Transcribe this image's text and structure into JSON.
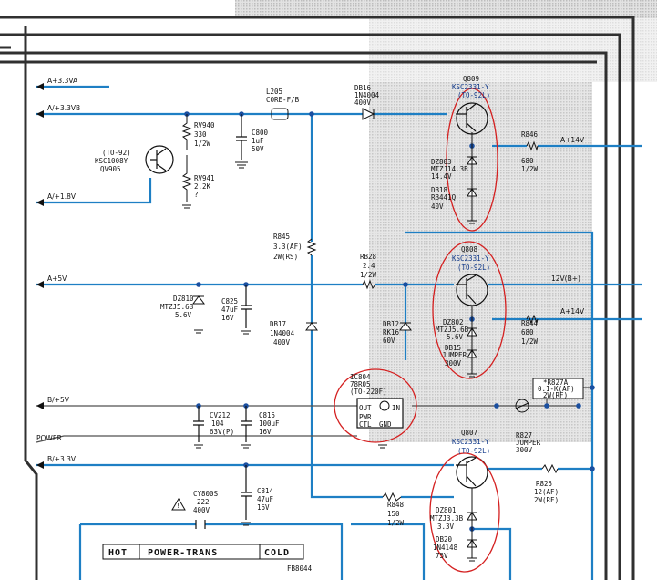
{
  "nets": {
    "a33va": "A+3.3VA",
    "a33vb": "A/+3.3VB",
    "a18v": "A/+1.8V",
    "a5v": "A+5V",
    "b5v": "B/+5V",
    "power": "POWER",
    "b33v": "B/+3.3V",
    "a14v_top": "A+14V",
    "v12b": "12V(B+)",
    "a14v_mid": "A+14V"
  },
  "components": {
    "l205": [
      "L205",
      "CORE-F/B"
    ],
    "db16": [
      "DB16",
      "1N4004",
      "400V"
    ],
    "q809": [
      "Q809",
      "KSC2331-Y",
      "(TO-92L)"
    ],
    "rv940": [
      "RV940",
      "330",
      "1/2W"
    ],
    "c800": [
      "C800",
      "1uF",
      "50V"
    ],
    "qv905": [
      "(TO-92)",
      "KSC1008Y",
      "QV905"
    ],
    "rv941": [
      "RV941",
      "2.2K"
    ],
    "rv941_mark": "?",
    "r846": [
      "R846",
      "680",
      "1/2W"
    ],
    "dz803": [
      "DZ803",
      "MTZJ14.3B",
      "14.4V"
    ],
    "db18": [
      "DB18",
      "RB441Q",
      "40V"
    ],
    "r845": [
      "R845",
      "3.3(AF)",
      "2W(RS)"
    ],
    "rb28": [
      "RB28",
      "2.4",
      "1/2W"
    ],
    "q808": [
      "Q808",
      "KSC2331-Y",
      "(TO-92L)"
    ],
    "dz810": [
      "DZ810",
      "MTZJ5.6B",
      "5.6V"
    ],
    "c825": [
      "C825",
      "47uF",
      "16V"
    ],
    "db17": [
      "DB17",
      "1N4004",
      "400V"
    ],
    "db12": [
      "DB12",
      "RK16",
      "60V"
    ],
    "dz802": [
      "DZ802",
      "MTZJ5.6B",
      "5.6V"
    ],
    "db15": [
      "DB15",
      "JUMPER",
      "300V"
    ],
    "r844": [
      "R844",
      "680",
      "1/2W"
    ],
    "ic804": [
      "IC804",
      "78R05",
      "(TO-220F)"
    ],
    "ic804_pins": [
      "OUT",
      "IN",
      "PWR",
      "CTL",
      "GND"
    ],
    "r827a": [
      "*R827A",
      "0.1-K(AF)",
      "2W(RF)"
    ],
    "cv212": [
      "CV212",
      "104",
      "63V(P)"
    ],
    "c815": [
      "C815",
      "100uF",
      "16V"
    ],
    "r827": [
      "R827",
      "JUMPER",
      "300V"
    ],
    "q807": [
      "Q807",
      "KSC2331-Y",
      "(TO-92L)"
    ],
    "r825": [
      "R825",
      "12(AF)",
      "2W(RF)"
    ],
    "c814": [
      "C814",
      "47uF",
      "16V"
    ],
    "cy800s": [
      "CY800S",
      "222",
      "400V"
    ],
    "r848": [
      "R848",
      "150",
      "1/2W"
    ],
    "dz801": [
      "DZ801",
      "MTZJ3.3B",
      "3.3V"
    ],
    "db20": [
      "DB20",
      "1N4148",
      "75V"
    ]
  },
  "labels": {
    "hot": "HOT",
    "power_trans": "POWER-TRANS",
    "cold": "COLD",
    "partial_bottom": "FB8044"
  },
  "colors": {
    "wire_blue": "#1e7fc4",
    "frame": "#303030",
    "shade": "#cfcfcf",
    "highlight": "#d42020",
    "ink": "#111111"
  }
}
